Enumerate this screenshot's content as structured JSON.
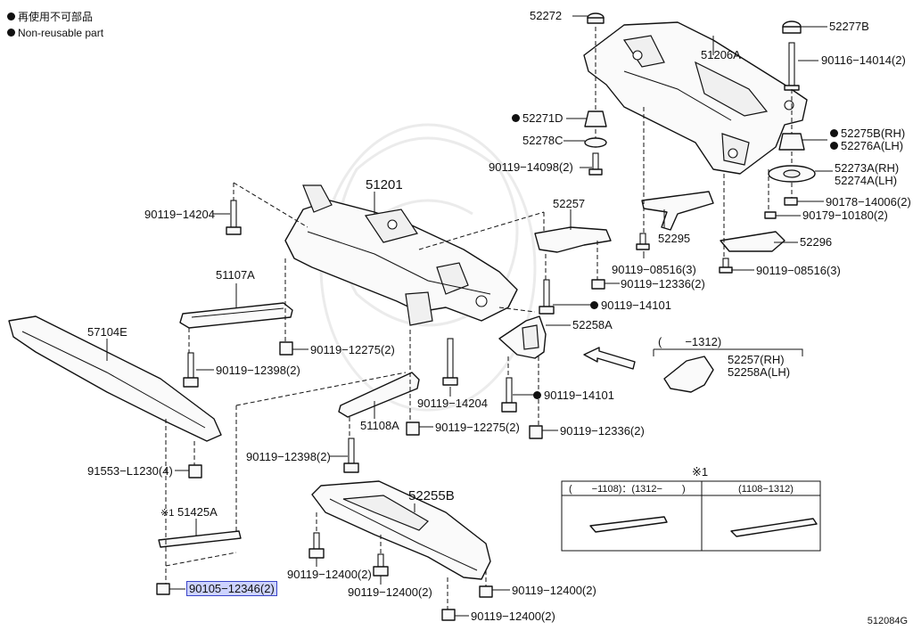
{
  "legend": {
    "items": [
      {
        "icon": "filled-dot-icon",
        "text": "再使用不可部品"
      },
      {
        "icon": "filled-dot-icon",
        "text": "Non-reusable part"
      }
    ]
  },
  "labels": {
    "p52272": "52272",
    "p52277B": "52277B",
    "p51206A": "51206A",
    "p90116_14014": "90116−14014(2)",
    "p52271D": "52271D",
    "p52278C": "52278C",
    "p52275B": "52275B(RH)",
    "p52276A": "52276A(LH)",
    "p90119_14098": "90119−14098(2)",
    "p52273A": "52273A(RH)",
    "p52274A": "52274A(LH)",
    "p90178_14006": "90178−14006(2)",
    "p90179_10180": "90179−10180(2)",
    "p51201": "51201",
    "p52257": "52257",
    "p52295": "52295",
    "p52296": "52296",
    "p90119_14204_top": "90119−14204",
    "p90119_08516_a": "90119−08516(3)",
    "p90119_08516_b": "90119−08516(3)",
    "p90119_12336_top": "90119−12336(2)",
    "p51107A": "51107A",
    "p90119_14101_top": "90119−14101",
    "p57104E": "57104E",
    "p52258A": "52258A",
    "p90119_12275_top": "90119−12275(2)",
    "p90119_12398_top": "90119−12398(2)",
    "p1312": "(　　−1312)",
    "p52257RH": "52257(RH)",
    "p52258ALH": "52258A(LH)",
    "p90119_14204_mid": "90119−14204",
    "p90119_14101_mid": "90119−14101",
    "p51108A": "51108A",
    "p90119_12275_mid": "90119−12275(2)",
    "p90119_12336_mid": "90119−12336(2)",
    "p90119_12398_mid": "90119−12398(2)",
    "p91553": "91553−L1230(4)",
    "p52255B": "52255B",
    "p51425A": "51425A",
    "p90119_12400_a": "90119−12400(2)",
    "p90119_12400_b": "90119−12400(2)",
    "p90119_12400_c": "90119−12400(2)",
    "p90119_12400_d": "90119−12400(2)",
    "p90105_12346": "90105−12346(2)",
    "inset_mark": "※1",
    "inset_col1": "(　　−1108)：(1312−　　)",
    "inset_col2": "(1108−1312)",
    "note_mark": "※1",
    "ref_code": "512084G"
  }
}
